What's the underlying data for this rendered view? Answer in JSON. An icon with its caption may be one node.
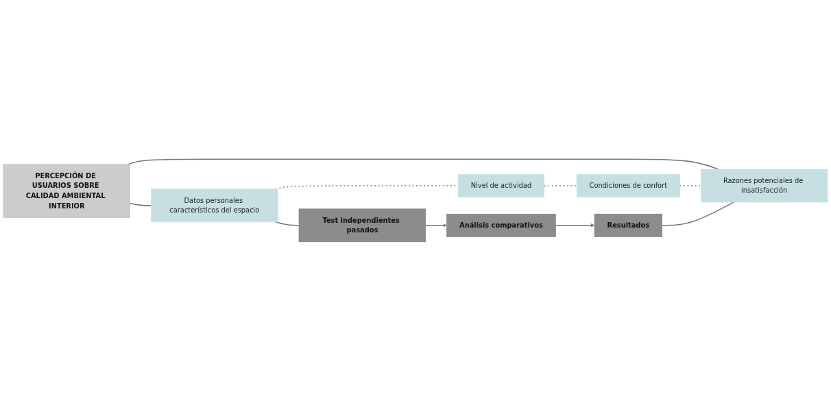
{
  "diagram": {
    "nodes": [
      {
        "text": [
          "PERCEPCIÓN DE USUARIOS SOBRE CALIDAD AMBIENTAL INTERIOR"
        ]
      },
      {
        "text": [
          "Datos personales característicos del espacio"
        ]
      },
      {
        "text": [
          "Nivel de actividad"
        ]
      },
      {
        "text": [
          "Condiciones de confort"
        ]
      },
      {
        "text": [
          "Razones potenciales de insatisfacción"
        ]
      },
      {
        "text": [
          "Test independientes pasados"
        ]
      },
      {
        "text": [
          "Análisis comparativos"
        ]
      },
      {
        "text": [
          "Resultados"
        ]
      }
    ],
    "edges": [
      {
        "from": 0,
        "to": 1,
        "arrow": "none"
      },
      {
        "from": 0,
        "to": 4,
        "arrow": "none"
      },
      {
        "from": 1,
        "to": 2,
        "arrow": "none",
        "style": "dashed"
      },
      {
        "from": 2,
        "to": 3,
        "arrow": "none",
        "style": "dashed"
      },
      {
        "from": 3,
        "to": 4,
        "arrow": "none",
        "style": "dashed"
      },
      {
        "from": 1,
        "to": 5,
        "arrow": "none"
      },
      {
        "from": 5,
        "to": 6,
        "arrow": "to"
      },
      {
        "from": 6,
        "to": 7,
        "arrow": "to"
      },
      {
        "from": 7,
        "to": 4,
        "arrow": "none"
      }
    ]
  }
}
